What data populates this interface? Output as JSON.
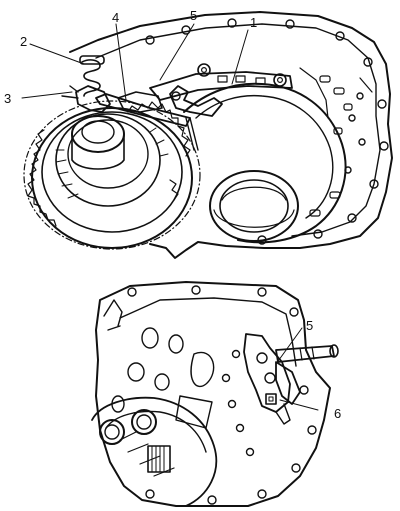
{
  "callouts": {
    "top": {
      "c1": "1",
      "c2": "2",
      "c3": "3",
      "c4": "4",
      "c5": "5"
    },
    "bottom": {
      "c5": "5",
      "c6": "6"
    }
  }
}
